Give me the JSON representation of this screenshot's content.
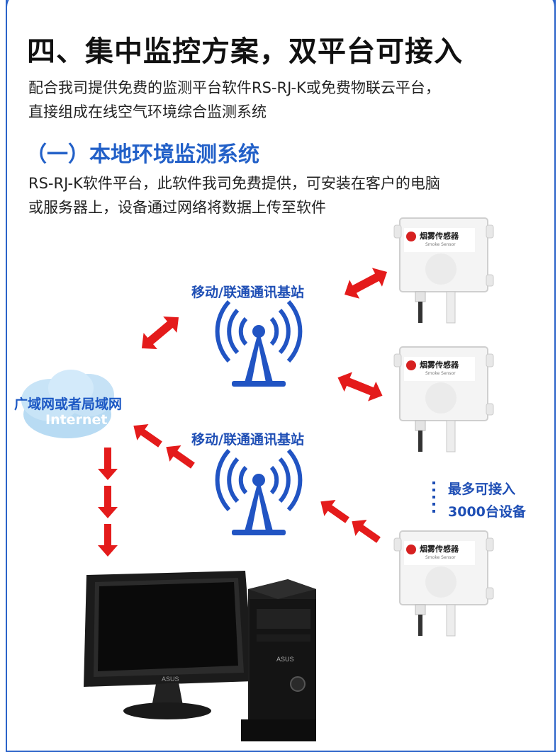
{
  "title": "四、集中监控方案，双平台可接入",
  "intro": [
    "配合我司提供免费的监测平台软件RS-RJ-K或免费物联云平台，",
    "直接组成在线空气环境综合监测系统"
  ],
  "section_title": "（一）本地环境监测系统",
  "section_desc": [
    "RS-RJ-K软件平台，此软件我司免费提供，可安装在客户的电脑",
    "或服务器上，设备通过网络将数据上传至软件"
  ],
  "station_label_1": "移动/联通通讯基站",
  "station_label_2": "移动/联通通讯基站",
  "cloud_label_cn": "广域网或者局域网",
  "cloud_label_en": "Internet",
  "sensor_name": "烟雾传感器",
  "sensor_sub": "Smoke Sensor",
  "max_line1": "最多可接入",
  "max_line2": "3000台设备",
  "monitor_brand": "ASUS",
  "tower_brand": "ASUS",
  "colors": {
    "accent": "#2260c8",
    "arrow": "#e41b1b",
    "frame": "#2b63c9"
  }
}
